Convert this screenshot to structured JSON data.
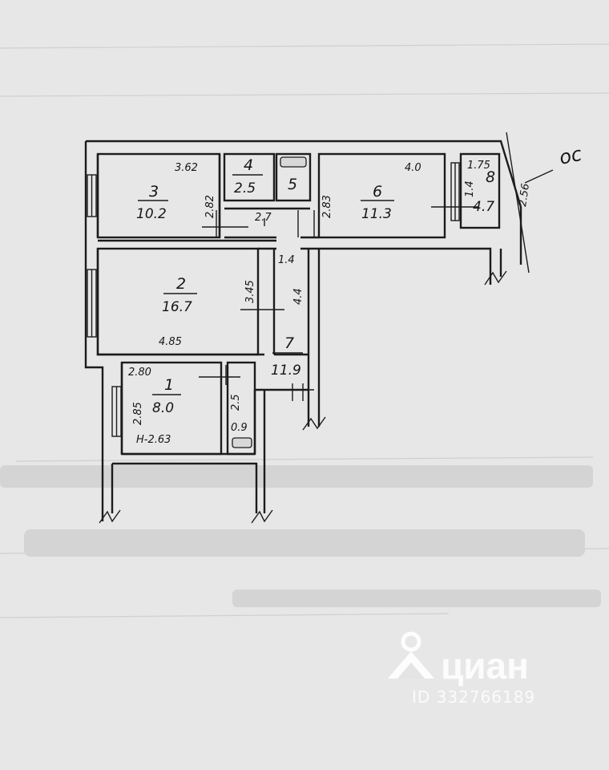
{
  "rooms": [
    {
      "number": "1",
      "area": "8.0"
    },
    {
      "number": "2",
      "area": "16.7"
    },
    {
      "number": "3",
      "area": "10.2"
    },
    {
      "number": "4",
      "area": "2.5"
    },
    {
      "number": "5",
      "area": ""
    },
    {
      "number": "6",
      "area": "11.3"
    },
    {
      "number": "7",
      "area": "11.9"
    },
    {
      "number": "8",
      "area": "4.7"
    }
  ],
  "dimensions": {
    "room1_top": "2.80",
    "room1_side": "2.85",
    "room1_bottom": "Н-2.63",
    "wc_width": "2.5",
    "wc_depth": "0.9",
    "room2_width": "4.85",
    "room2_depth": "3.45",
    "corridor_width": "1.4",
    "corridor_length": "4.4",
    "room3_width": "3.62",
    "room3_depth": "2.82",
    "room45_width": "2.7",
    "room5_depth": "2.83",
    "room6_width": "4.0",
    "room8_width": "1.75",
    "room8_side": "1.4",
    "room8_depth": "2.56"
  },
  "annotation": "ос",
  "watermark": {
    "brand": "циан",
    "listing_id": "ID 332766189"
  }
}
